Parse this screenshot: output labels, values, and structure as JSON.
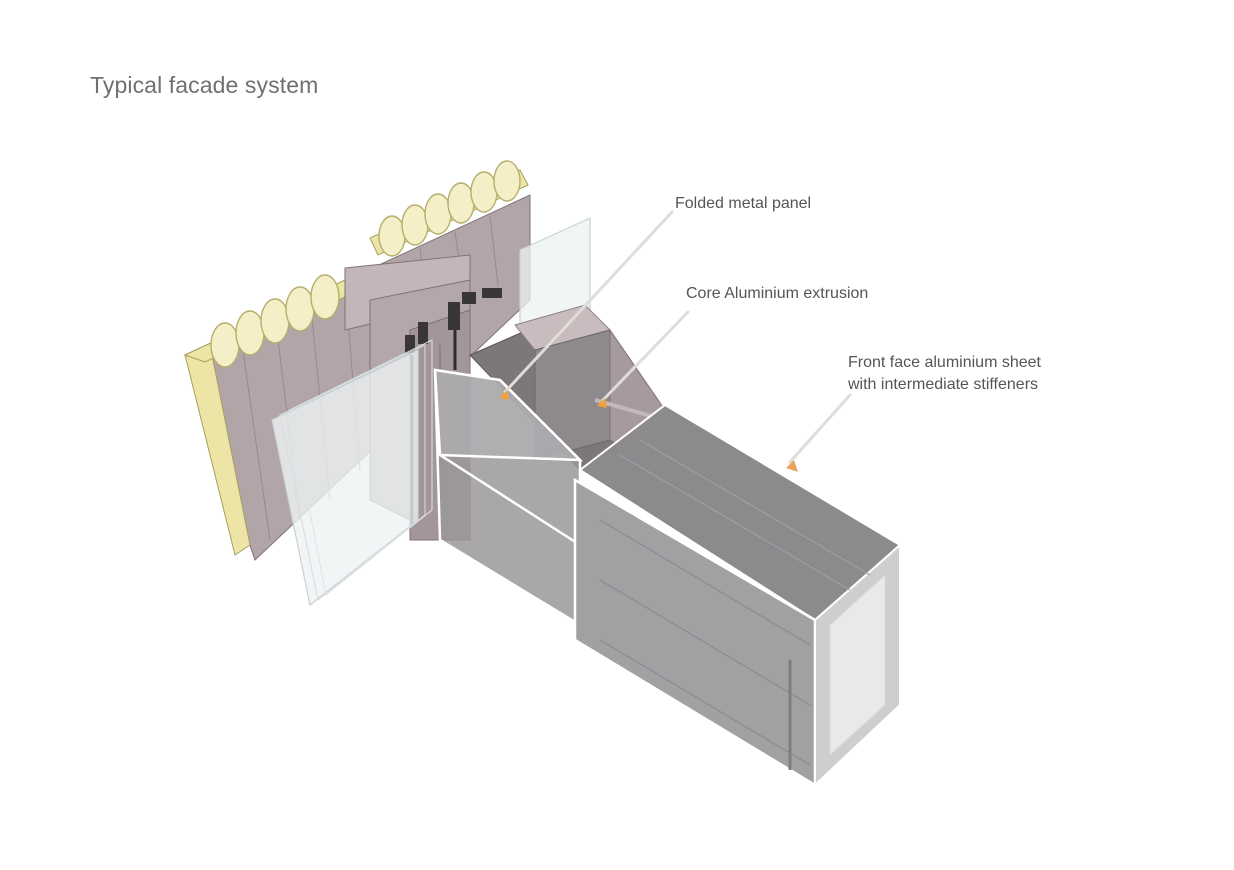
{
  "header": {
    "title": "Typical facade system"
  },
  "callouts": {
    "folded_panel": "Folded metal panel",
    "core_extrusion": "Core Aluminium extrusion",
    "front_face_line1": "Front face aluminium sheet",
    "front_face_line2": "with intermediate stiffeners"
  },
  "colors": {
    "insulation": "#e8e2a8",
    "insulation_stroke": "#b8b070",
    "mullion": "#b3a5a8",
    "mullion_dark": "#8e8185",
    "gasket": "#3a3638",
    "glass": "#eef2f3",
    "panel_gray": "#9c9a9d",
    "panel_dark": "#7d7b7e",
    "leader": "#dedad6",
    "marker": "#f0a23c"
  }
}
